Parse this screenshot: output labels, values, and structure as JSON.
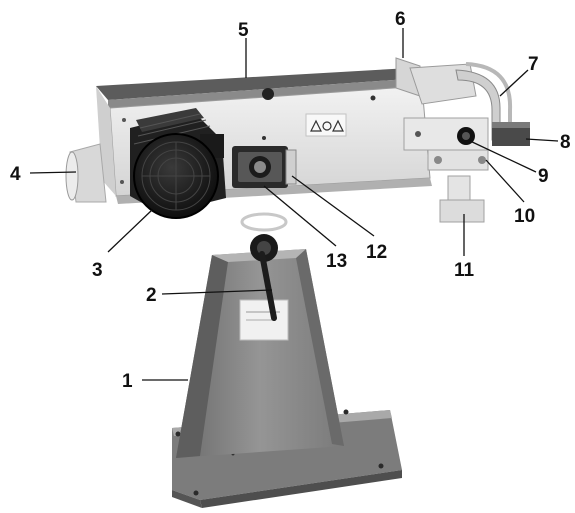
{
  "callouts": [
    {
      "id": "1",
      "label": "1"
    },
    {
      "id": "2",
      "label": "2"
    },
    {
      "id": "3",
      "label": "3"
    },
    {
      "id": "4",
      "label": "4"
    },
    {
      "id": "5",
      "label": "5"
    },
    {
      "id": "6",
      "label": "6"
    },
    {
      "id": "7",
      "label": "7"
    },
    {
      "id": "8",
      "label": "8"
    },
    {
      "id": "9",
      "label": "9"
    },
    {
      "id": "10",
      "label": "10"
    },
    {
      "id": "11",
      "label": "11"
    },
    {
      "id": "12",
      "label": "12"
    },
    {
      "id": "13",
      "label": "13"
    }
  ],
  "colors": {
    "body_light": "#e4e4e4",
    "body_mid": "#b9b9b9",
    "body_dark": "#6f6f6f",
    "stand_face": "#8e8e8e",
    "stand_shadow": "#5c5c5c",
    "motor_black": "#1c1c1c",
    "callout_text": "#111111"
  },
  "icons": [
    "motor-icon",
    "switch-icon",
    "warning-label-icon"
  ]
}
